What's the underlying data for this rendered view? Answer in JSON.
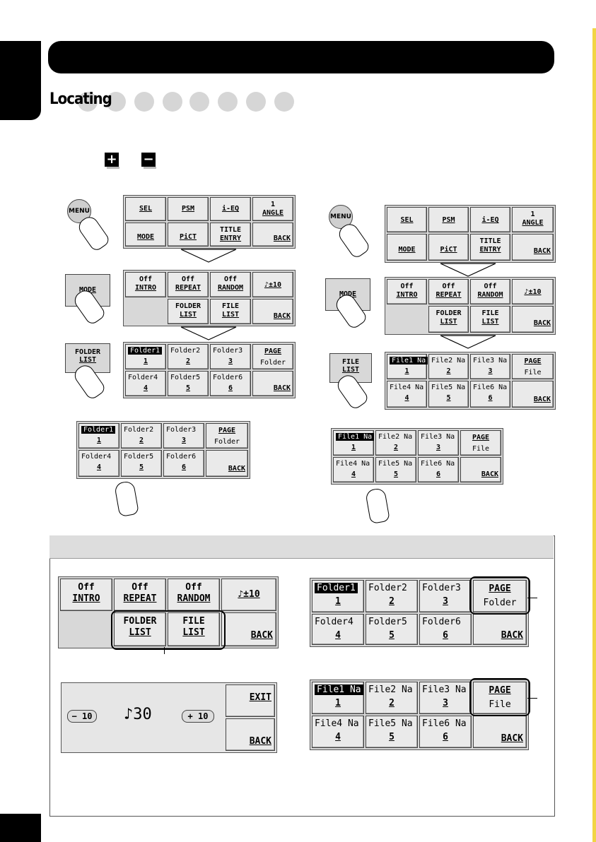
{
  "section_title": "Locating",
  "main_menu": {
    "sel": "SEL",
    "psm": "PSM",
    "ieq": "i-EQ",
    "angle_num": "1",
    "angle": "ANGLE",
    "mode": "MODE",
    "pict": "PiCT",
    "title1": "TITLE",
    "title2": "ENTRY",
    "back": "BACK"
  },
  "menu_key": "MENU",
  "mode_key": "MODE",
  "mode_menu": {
    "off": "Off",
    "intro": "INTRO",
    "repeat": "REPEAT",
    "random": "RANDOM",
    "skip": "♪±10",
    "folder": "FOLDER",
    "file": "FILE",
    "list": "LIST",
    "back": "BACK"
  },
  "folder_key": [
    "FOLDER",
    "LIST"
  ],
  "file_key": [
    "FILE",
    "LIST"
  ],
  "folders": {
    "names": [
      "Folder1",
      "Folder2",
      "Folder3",
      "Folder4",
      "Folder5",
      "Folder6"
    ],
    "nums": [
      "1",
      "2",
      "3",
      "4",
      "5",
      "6"
    ],
    "page": "PAGE",
    "page_sub": "Folder",
    "back": "BACK"
  },
  "files": {
    "names": [
      "File1 Na",
      "File2 Na",
      "File3 Na",
      "File4 Na",
      "File5 Na",
      "File6 Na"
    ],
    "nums": [
      "1",
      "2",
      "3",
      "4",
      "5",
      "6"
    ],
    "page": "PAGE",
    "page_sub": "File",
    "back": "BACK"
  },
  "skip_screen": {
    "minus": "10",
    "plus": "10",
    "value": "♪30",
    "exit": "EXIT",
    "back": "BACK"
  }
}
